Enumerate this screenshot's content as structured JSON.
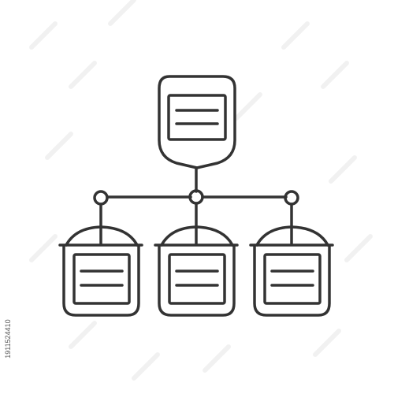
{
  "diagram": {
    "stroke_color": "#333333",
    "background_color": "#ffffff",
    "root_icon": "document-box-icon",
    "child_icon": "document-box-icon",
    "connector_icon": "junction-node-icon",
    "child_count": 3
  },
  "watermark": {
    "stock_id": "1911524410",
    "brand_mark": "adobe-stock-watermark"
  }
}
